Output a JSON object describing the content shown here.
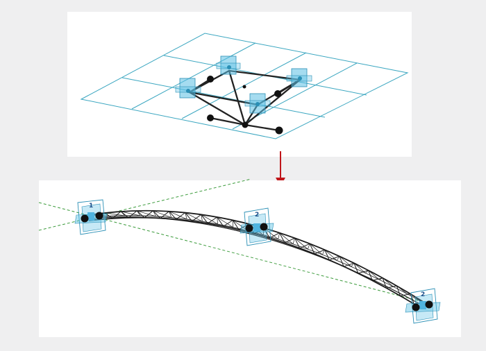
{
  "colors": {
    "grid": "#3aa6c0",
    "support_fill": "#5bc0e4",
    "support_stroke": "#2a8fb5",
    "member": "#222222",
    "node": "#111111",
    "reference_line": "#3a9a3a",
    "arrow": "#c0161a"
  },
  "icons": {
    "transition": "arrow-down-icon",
    "support": "support-plane-icon",
    "node": "node-dot-icon"
  },
  "bottom_panel": {
    "support_labels": [
      "1",
      "2",
      "2"
    ]
  }
}
